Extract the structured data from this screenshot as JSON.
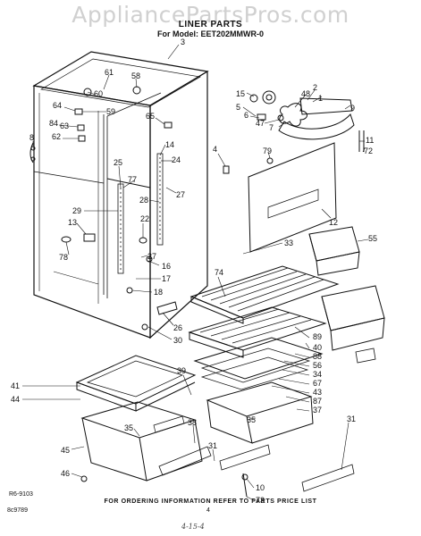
{
  "header": {
    "watermark": "AppliancePartsPros.com",
    "title": "LINER PARTS",
    "model": "For Model: EET202MMWR-0"
  },
  "footer": {
    "instruction": "FOR ORDERING INFORMATION REFER TO PARTS PRICE LIST",
    "code_left": "R6-9103",
    "doc_number": "8c9789",
    "page_number": "4",
    "handwritten": "4-15-4"
  },
  "callouts": [
    {
      "id": "c3",
      "text": "3"
    },
    {
      "id": "c61",
      "text": "61"
    },
    {
      "id": "c60",
      "text": "60"
    },
    {
      "id": "c58",
      "text": "58"
    },
    {
      "id": "c64",
      "text": "64"
    },
    {
      "id": "c59",
      "text": "59"
    },
    {
      "id": "c84",
      "text": "84"
    },
    {
      "id": "c63",
      "text": "63"
    },
    {
      "id": "c62",
      "text": "62"
    },
    {
      "id": "c8",
      "text": "8"
    },
    {
      "id": "c65",
      "text": "65"
    },
    {
      "id": "c14",
      "text": "14"
    },
    {
      "id": "c24",
      "text": "24"
    },
    {
      "id": "c25",
      "text": "25"
    },
    {
      "id": "c77",
      "text": "77"
    },
    {
      "id": "c28",
      "text": "28"
    },
    {
      "id": "c27a",
      "text": "27"
    },
    {
      "id": "c29",
      "text": "29"
    },
    {
      "id": "c13",
      "text": "13"
    },
    {
      "id": "c22",
      "text": "22"
    },
    {
      "id": "c78",
      "text": "78"
    },
    {
      "id": "c27b",
      "text": "27"
    },
    {
      "id": "c16",
      "text": "16"
    },
    {
      "id": "c17",
      "text": "17"
    },
    {
      "id": "c18",
      "text": "18"
    },
    {
      "id": "c15",
      "text": "15"
    },
    {
      "id": "c5",
      "text": "5"
    },
    {
      "id": "c6",
      "text": "6"
    },
    {
      "id": "c47",
      "text": "47"
    },
    {
      "id": "c48",
      "text": "48"
    },
    {
      "id": "c2",
      "text": "2"
    },
    {
      "id": "c1",
      "text": "1"
    },
    {
      "id": "c9",
      "text": "9"
    },
    {
      "id": "c7",
      "text": "7"
    },
    {
      "id": "c11",
      "text": "11"
    },
    {
      "id": "c72",
      "text": "72"
    },
    {
      "id": "c4",
      "text": "4"
    },
    {
      "id": "c79",
      "text": "79"
    },
    {
      "id": "c12",
      "text": "12"
    },
    {
      "id": "c33",
      "text": "33"
    },
    {
      "id": "c55",
      "text": "55"
    },
    {
      "id": "c74",
      "text": "74"
    },
    {
      "id": "c26",
      "text": "26"
    },
    {
      "id": "c30",
      "text": "30"
    },
    {
      "id": "c89",
      "text": "89"
    },
    {
      "id": "c40",
      "text": "40"
    },
    {
      "id": "c88",
      "text": "88"
    },
    {
      "id": "c56",
      "text": "56"
    },
    {
      "id": "c34",
      "text": "34"
    },
    {
      "id": "c67",
      "text": "67"
    },
    {
      "id": "c43",
      "text": "43"
    },
    {
      "id": "c87",
      "text": "87"
    },
    {
      "id": "c37",
      "text": "37"
    },
    {
      "id": "c39",
      "text": "39"
    },
    {
      "id": "c41",
      "text": "41"
    },
    {
      "id": "c44",
      "text": "44"
    },
    {
      "id": "c35a",
      "text": "35"
    },
    {
      "id": "c35b",
      "text": "35"
    },
    {
      "id": "c38",
      "text": "38"
    },
    {
      "id": "c31a",
      "text": "31"
    },
    {
      "id": "c31b",
      "text": "31"
    },
    {
      "id": "c45",
      "text": "45"
    },
    {
      "id": "c46",
      "text": "46"
    },
    {
      "id": "c10",
      "text": "10"
    },
    {
      "id": "c73",
      "text": "73"
    }
  ]
}
